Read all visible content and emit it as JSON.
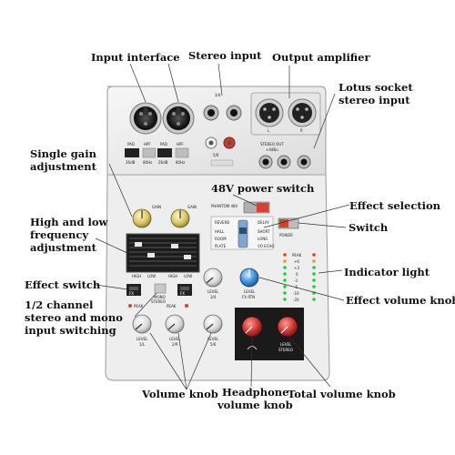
{
  "callouts": {
    "input_interface": "Input interface",
    "stereo_input": "Stereo input",
    "output_amplifier": "Output amplifier",
    "lotus_socket_line1": "Lotus socket",
    "lotus_socket_line2": "stereo input",
    "single_gain_line1": "Single gain",
    "single_gain_line2": "adjustment",
    "power_48v": "48V power switch",
    "effect_selection": "Effect selection",
    "high_low_line1": "High and low",
    "high_low_line2": "frequency",
    "high_low_line3": "adjustment",
    "switch": "Switch",
    "indicator_light": "Indicator light",
    "effect_switch": "Effect switch",
    "effect_volume_knob": "Effect volume knob",
    "channel_switching_line1": "1/2 channel",
    "channel_switching_line2": "stereo and mono",
    "channel_switching_line3": "input switching",
    "volume_knob": "Volume knob",
    "headphone_line1": "Headphone",
    "headphone_line2": "volume knob",
    "total_volume_knob": "Total volume knob"
  },
  "device": {
    "pad": "PAD",
    "pad_db": "26dB",
    "hpf": "HPF",
    "hpf_hz": "80Hz",
    "gain": "GAIN",
    "high": "HIGH",
    "low": "LOW",
    "fx": "FX",
    "mono": "MONO",
    "stereo": "STEREO",
    "peak": "PEAK",
    "level_1l": "1/L",
    "level_2r": "2/R",
    "level_34": "3/4",
    "level_56": "5/6",
    "level": "LEVEL",
    "fx_rtn": "FX RTN",
    "stereo_out": "STEREO OUT",
    "out_db": "+4dBu",
    "phantom": "PHANTOM 48V",
    "reverb": "REVERB",
    "delay": "DELAY",
    "hall": "HALL",
    "short": "SHORT",
    "room": "ROOM",
    "long": "LONG",
    "plate": "PLATE",
    "vo_echo": "VO ECHO",
    "power": "POWER",
    "ch34": "3/4",
    "ch56": "5/6",
    "left": "L",
    "right": "R",
    "level_stereo": "STEREO",
    "meter": [
      "PEAK",
      "+6",
      "+3",
      "0",
      "-3",
      "-5",
      "-10",
      "-20"
    ]
  },
  "colors": {
    "panel": "#ececec",
    "knob_yellow": "#d9c66a",
    "knob_red": "#c8332f",
    "power_switch": "#d94030",
    "led_green": "#2ec24a",
    "led_red": "#e23b2b",
    "fx_rtn_knob": "#3c8fd8"
  }
}
